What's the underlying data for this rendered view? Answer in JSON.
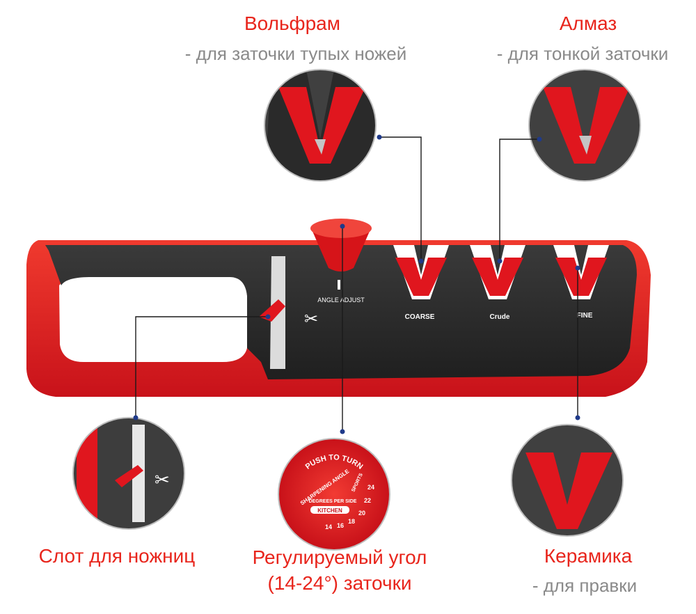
{
  "labels": {
    "tungsten_title": "Вольфрам",
    "tungsten_desc": "- для заточки тупых ножей",
    "diamond_title": "Алмаз",
    "diamond_desc": "- для тонкой заточки",
    "scissors_title": "Слот для ножниц",
    "angle_title_line1": "Регулируемый угол",
    "angle_title_line2": "(14-24°) заточки",
    "ceramic_title": "Керамика",
    "ceramic_desc": "- для правки"
  },
  "device_text": {
    "angle_adjust": "ANGLE ADJUST",
    "coarse": "COARSE",
    "crude": "Crude",
    "fine": "FINE"
  },
  "dial": {
    "push_to_turn": "PUSH TO TURN",
    "sharpening_angle": "SHARPENING ANGLE",
    "degrees_per_side": "DEGREES PER SIDE",
    "kitchen": "KITCHEN",
    "sports": "SPORTS",
    "angles": [
      "14",
      "16",
      "18",
      "20",
      "22",
      "24"
    ]
  },
  "colors": {
    "accent": "#e8251c",
    "body_red": "#e0161e",
    "body_dark": "#2b2b2b",
    "leader": "#1a1a1a",
    "leader_dot": "#1f3a8a"
  }
}
